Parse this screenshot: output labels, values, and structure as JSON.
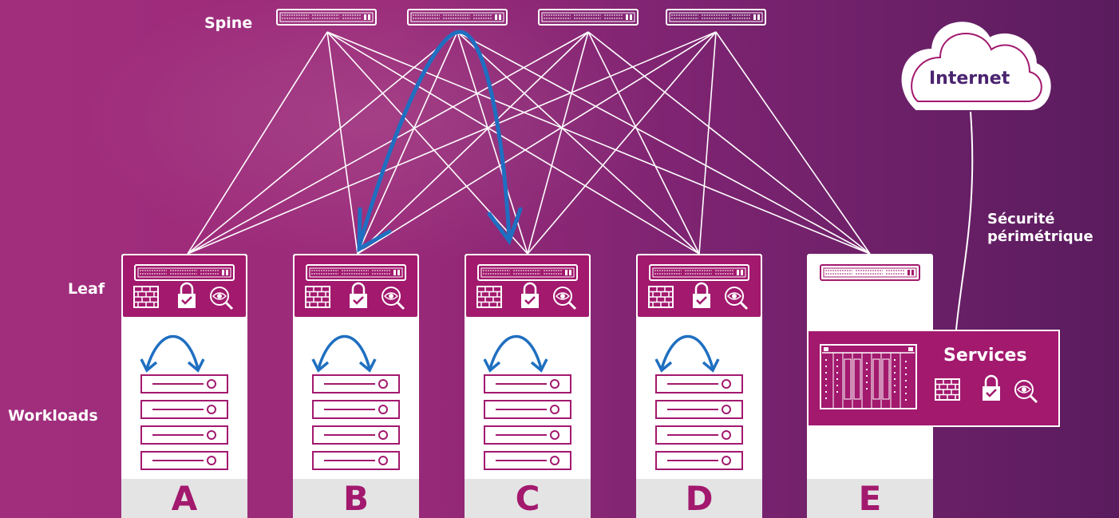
{
  "labels": {
    "spine": "Spine",
    "leaf": "Leaf",
    "workloads": "Workloads",
    "internet": "Internet",
    "security_line1": "Sécurité",
    "security_line2": "périmétrique",
    "services": "Services"
  },
  "columns": [
    {
      "id": "A",
      "type": "leaf"
    },
    {
      "id": "B",
      "type": "leaf"
    },
    {
      "id": "C",
      "type": "leaf"
    },
    {
      "id": "D",
      "type": "leaf"
    },
    {
      "id": "E",
      "type": "services"
    }
  ],
  "icons": {
    "switch": "switch-icon",
    "firewall": "firewall-icon",
    "lock": "lock-icon",
    "inspect": "magnifier-eye-icon",
    "server": "server-icon",
    "chassis": "chassis-icon",
    "cloud": "cloud-icon"
  },
  "colors": {
    "brand": "#a2196e",
    "arrow": "#1f6fc1",
    "cloud_text": "#4b2470",
    "footer": "#e4e4e4"
  }
}
